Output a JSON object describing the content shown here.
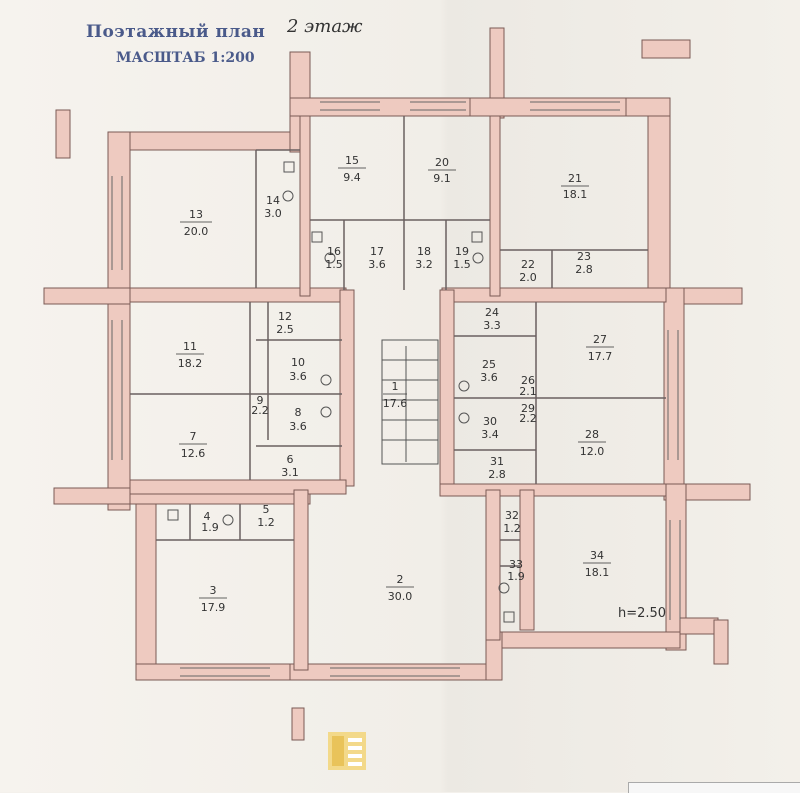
{
  "header": {
    "title": "Поэтажный план",
    "scale": "МАСШТАБ 1:200",
    "floor": "2 этаж"
  },
  "notes": {
    "height": "h=2.50"
  },
  "rooms": [
    {
      "num": "1",
      "area": "17.6"
    },
    {
      "num": "2",
      "area": "30.0"
    },
    {
      "num": "3",
      "area": "17.9"
    },
    {
      "num": "4",
      "area": "1.9"
    },
    {
      "num": "5",
      "area": "1.2"
    },
    {
      "num": "6",
      "area": "3.1"
    },
    {
      "num": "7",
      "area": "12.6"
    },
    {
      "num": "8",
      "area": "3.6"
    },
    {
      "num": "9",
      "area": "2.2"
    },
    {
      "num": "10",
      "area": "3.6"
    },
    {
      "num": "11",
      "area": "18.2"
    },
    {
      "num": "12",
      "area": "2.5"
    },
    {
      "num": "13",
      "area": "20.0"
    },
    {
      "num": "14",
      "area": "3.0"
    },
    {
      "num": "15",
      "area": "9.4"
    },
    {
      "num": "16",
      "area": "1.5"
    },
    {
      "num": "17",
      "area": "3.6"
    },
    {
      "num": "18",
      "area": "3.2"
    },
    {
      "num": "19",
      "area": "1.5"
    },
    {
      "num": "20",
      "area": "9.1"
    },
    {
      "num": "21",
      "area": "18.1"
    },
    {
      "num": "22",
      "area": "2.0"
    },
    {
      "num": "23",
      "area": "2.8"
    },
    {
      "num": "24",
      "area": "3.3"
    },
    {
      "num": "25",
      "area": "3.6"
    },
    {
      "num": "26",
      "area": "2.1"
    },
    {
      "num": "27",
      "area": "17.7"
    },
    {
      "num": "28",
      "area": "12.0"
    },
    {
      "num": "29",
      "area": "2.2"
    },
    {
      "num": "30",
      "area": "3.4"
    },
    {
      "num": "31",
      "area": "2.8"
    },
    {
      "num": "32",
      "area": "1.2"
    },
    {
      "num": "33",
      "area": "1.9"
    },
    {
      "num": "34",
      "area": "18.1"
    }
  ]
}
